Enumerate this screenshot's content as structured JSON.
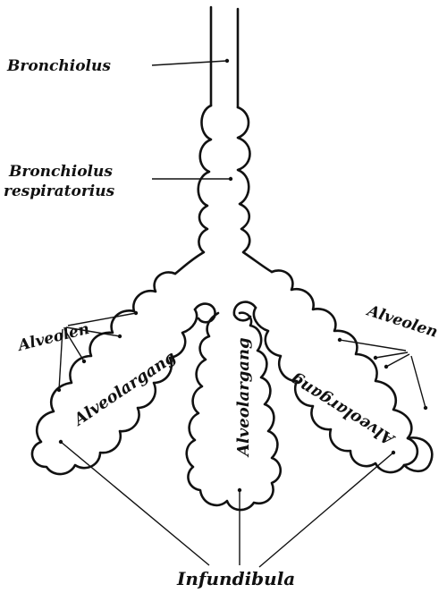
{
  "figure": {
    "labels": {
      "bronchiolus": "Bronchiolus",
      "respiratorius_line1": "Bronchiolus",
      "respiratorius_line2": "respiratorius",
      "alveolen_left": "Alveolen",
      "alveolen_right": "Alveolen",
      "alveolargang_left": "Alveolargang",
      "alveolargang_middle": "Alveolargang",
      "alveolargang_right": "Alveolargang",
      "infundibula": "Infundibula"
    },
    "colors": {
      "ink": "#111111",
      "paper": "#ffffff"
    }
  }
}
